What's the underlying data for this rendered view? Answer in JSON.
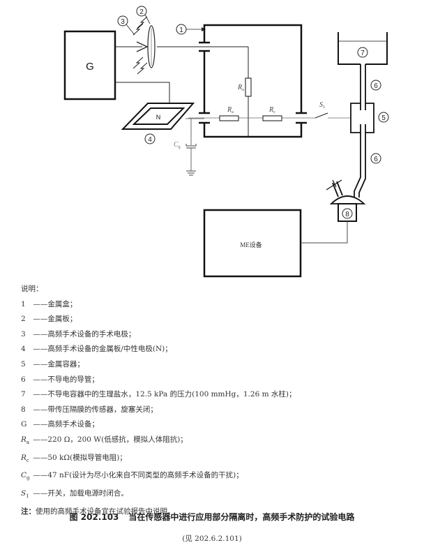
{
  "diagram": {
    "components": {
      "generator_label": "G",
      "neutral_label": "N",
      "me_device_label": "ME设备",
      "ra_label": "R",
      "ra_sub": "a",
      "rc_label": "R",
      "rc_sub": "c",
      "cg_label": "C",
      "cg_sub": "g",
      "s1_label": "S",
      "s1_sub": "1"
    },
    "callouts": [
      "1",
      "2",
      "3",
      "4",
      "5",
      "6",
      "6",
      "7",
      "8"
    ]
  },
  "legend": {
    "title": "说明：",
    "items": [
      {
        "key": "1",
        "key_sub": "",
        "italic": false,
        "text": "——金属盒；"
      },
      {
        "key": "2",
        "key_sub": "",
        "italic": false,
        "text": "——金属板；"
      },
      {
        "key": "3",
        "key_sub": "",
        "italic": false,
        "text": "——高频手术设备的手术电极；"
      },
      {
        "key": "4",
        "key_sub": "",
        "italic": false,
        "text": "——高频手术设备的金属板/中性电极(N)；"
      },
      {
        "key": "5",
        "key_sub": "",
        "italic": false,
        "text": "——金属容器；"
      },
      {
        "key": "6",
        "key_sub": "",
        "italic": false,
        "text": "——不导电的导管；"
      },
      {
        "key": "7",
        "key_sub": "",
        "italic": false,
        "text": "——不导电容器中的生理盐水，12.5 kPa 的压力(100 mmHg，1.26 m 水柱)；"
      },
      {
        "key": "8",
        "key_sub": "",
        "italic": false,
        "text": "——带传压隔膜的传感器，旋塞关闭；"
      },
      {
        "key": "G",
        "key_sub": "",
        "italic": false,
        "text": "——高频手术设备；"
      },
      {
        "key": "R",
        "key_sub": "a",
        "italic": true,
        "text": "——220 Ω，200 W(低感抗，模拟人体阻抗)；"
      },
      {
        "key": "R",
        "key_sub": "c",
        "italic": true,
        "text": "——50 kΩ(模拟导管电阻)；"
      },
      {
        "key": "C",
        "key_sub": "g",
        "italic": true,
        "text": "——47 nF(设计为尽小化来自不同类型的高频手术设备的干扰)；"
      },
      {
        "key": "S",
        "key_sub": "1",
        "italic": true,
        "text": "——开关，加载电源时闭合。"
      }
    ],
    "note_label": "注：",
    "note_text": "使用的高频手术设备宜在试验报告中说明。"
  },
  "caption": {
    "figure_number": "图 202.103",
    "title": "当在传感器中进行应用部分隔离时，高频手术防护的试验电路",
    "reference": "(见 202.6.2.101)"
  }
}
